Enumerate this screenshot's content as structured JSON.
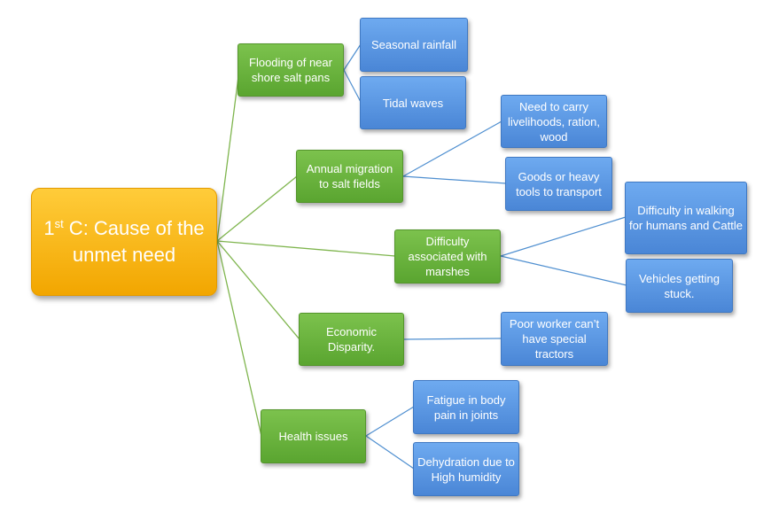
{
  "root": {
    "label_pre": "1",
    "label_sup": "st",
    "label_line1_rest": " C: Cause of the",
    "label_line2": "unmet need"
  },
  "causes": [
    {
      "label": "Flooding of near shore salt pans",
      "effects": [
        "Seasonal rainfall",
        "Tidal waves"
      ]
    },
    {
      "label": "Annual migration to salt fields",
      "effects": [
        "Need to carry livelihoods, ration, wood",
        "Goods or heavy tools to transport"
      ]
    },
    {
      "label": "Difficulty associated with marshes",
      "effects": [
        "Difficulty in walking for humans and Cattle",
        "Vehicles getting stuck."
      ]
    },
    {
      "label": "Economic Disparity.",
      "effects": [
        "Poor worker can’t have special tractors"
      ]
    },
    {
      "label": "Health issues",
      "effects": [
        "Fatigue in body pain in joints",
        "Dehydration due to High humidity"
      ]
    }
  ],
  "colors": {
    "root": "#f5b300",
    "cause": "#6ab23e",
    "effect": "#5b97e2",
    "connector": "#4f8fd0",
    "root_connector": "#7fb54e"
  }
}
